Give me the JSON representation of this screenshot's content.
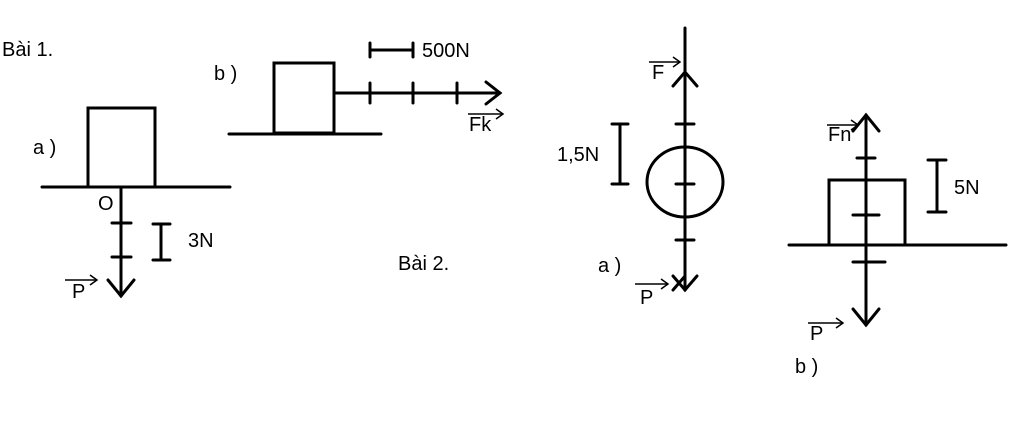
{
  "bai1": {
    "title": "Bài 1.",
    "a": {
      "label": "a )",
      "origin": "O",
      "scale": "3N",
      "force": "P"
    },
    "b": {
      "label": "b )",
      "scale": "500N",
      "force": "Fk"
    }
  },
  "bai2": {
    "title": "Bài 2.",
    "a": {
      "label": "a )",
      "scale": "1,5N",
      "force_up": "F",
      "force_down": "P"
    },
    "b": {
      "label": "b )",
      "scale": "5N",
      "force_up": "Fn",
      "force_down": "P"
    }
  }
}
